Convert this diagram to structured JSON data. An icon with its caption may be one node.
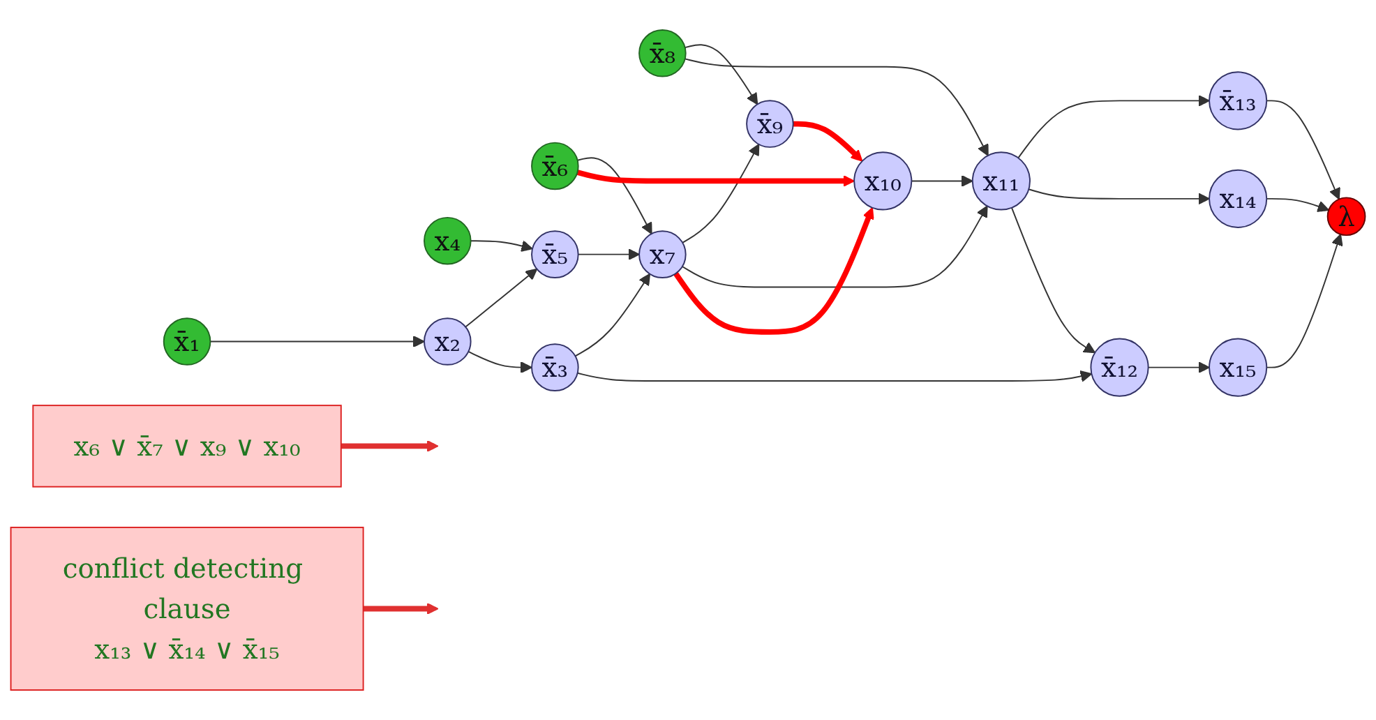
{
  "diagram": {
    "nodes": [
      {
        "text": [
          "x̄₁"
        ]
      },
      {
        "text": [
          "x₄"
        ]
      },
      {
        "text": [
          "x̄₆"
        ]
      },
      {
        "text": [
          "x̄₈"
        ]
      },
      {
        "text": [
          "x₂"
        ]
      },
      {
        "text": [
          "x̄₅"
        ]
      },
      {
        "text": [
          "x̄₉"
        ]
      },
      {
        "text": [
          "x̄₁₃"
        ]
      },
      {
        "text": [
          "x₇"
        ]
      },
      {
        "text": [
          "x₁₁"
        ]
      },
      {
        "text": [
          "x₁₄"
        ]
      },
      {
        "text": [
          "λ"
        ]
      },
      {
        "text": [
          "x₁₀"
        ]
      },
      {
        "text": [
          "x̄₃"
        ]
      },
      {
        "text": [
          "x̄₁₂"
        ]
      },
      {
        "text": [
          "x₁₅"
        ]
      },
      {
        "text": [
          "x₆ ∨ x̄₇ ∨ x₉ ∨ x₁₀"
        ]
      },
      {
        "text": [
          "conflict detecting clause",
          "x₁₃ ∨ x̄₁₄ ∨ x̄₁₅"
        ]
      }
    ],
    "edges": [
      {
        "from": 0,
        "to": 4,
        "arrow": "to"
      },
      {
        "from": 1,
        "to": 5,
        "arrow": "to"
      },
      {
        "from": 2,
        "to": 8,
        "arrow": "to"
      },
      {
        "from": 3,
        "to": 6,
        "arrow": "to"
      },
      {
        "from": 4,
        "to": 5,
        "arrow": "to"
      },
      {
        "from": 4,
        "to": 13,
        "arrow": "to"
      },
      {
        "from": 5,
        "to": 8,
        "arrow": "to"
      },
      {
        "from": 8,
        "to": 6,
        "arrow": "to"
      },
      {
        "from": 8,
        "to": 9,
        "arrow": "to"
      },
      {
        "from": 2,
        "to": 12,
        "arrow": "to",
        "style": "thick",
        "color": "#ff0000"
      },
      {
        "from": 6,
        "to": 12,
        "arrow": "to",
        "style": "thick",
        "color": "#ff0000"
      },
      {
        "from": 8,
        "to": 12,
        "arrow": "to",
        "style": "thick",
        "color": "#ff0000"
      },
      {
        "from": 3,
        "to": 9,
        "arrow": "to"
      },
      {
        "from": 12,
        "to": 9,
        "arrow": "to"
      },
      {
        "from": 13,
        "to": 8,
        "arrow": "to"
      },
      {
        "from": 13,
        "to": 14,
        "arrow": "to"
      },
      {
        "from": 9,
        "to": 7,
        "arrow": "to"
      },
      {
        "from": 9,
        "to": 10,
        "arrow": "to"
      },
      {
        "from": 9,
        "to": 14,
        "arrow": "to"
      },
      {
        "from": 14,
        "to": 15,
        "arrow": "to"
      },
      {
        "from": 7,
        "to": 11,
        "arrow": "to"
      },
      {
        "from": 10,
        "to": 11,
        "arrow": "to"
      },
      {
        "from": 15,
        "to": 11,
        "arrow": "to"
      },
      {
        "from": 16,
        "to": null,
        "arrow": "to",
        "style": "thick",
        "color": "#e03030"
      },
      {
        "from": 17,
        "to": null,
        "arrow": "to",
        "style": "thick",
        "color": "#e03030"
      }
    ]
  }
}
